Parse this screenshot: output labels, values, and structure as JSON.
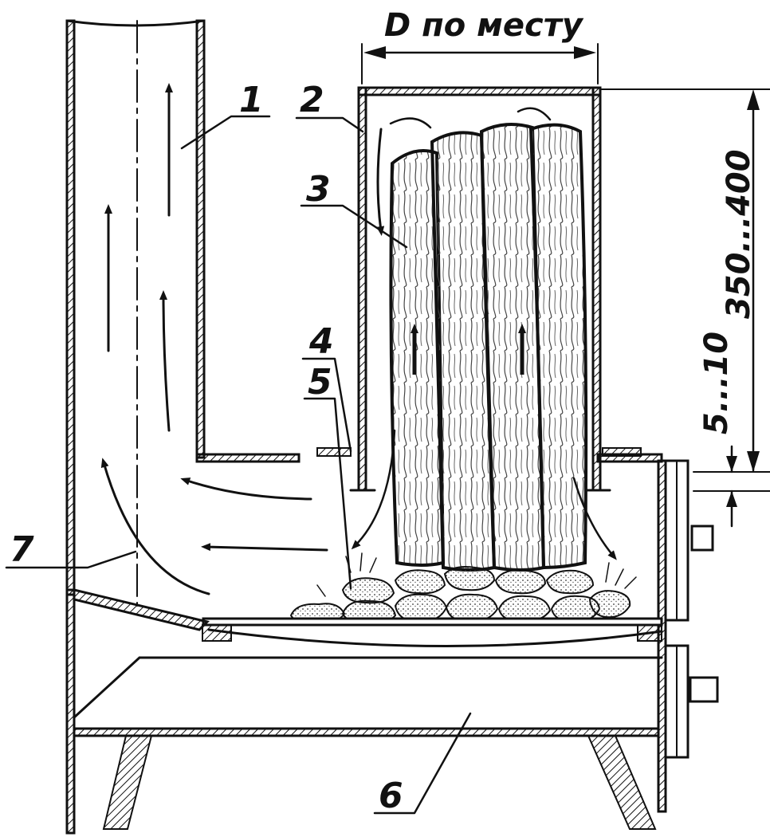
{
  "diagram": {
    "dimensions": {
      "diameter_note": "D по месту",
      "height_range": "350...400",
      "gap_range": "5...10"
    },
    "callouts": [
      "1",
      "2",
      "3",
      "4",
      "5",
      "6",
      "7"
    ]
  }
}
